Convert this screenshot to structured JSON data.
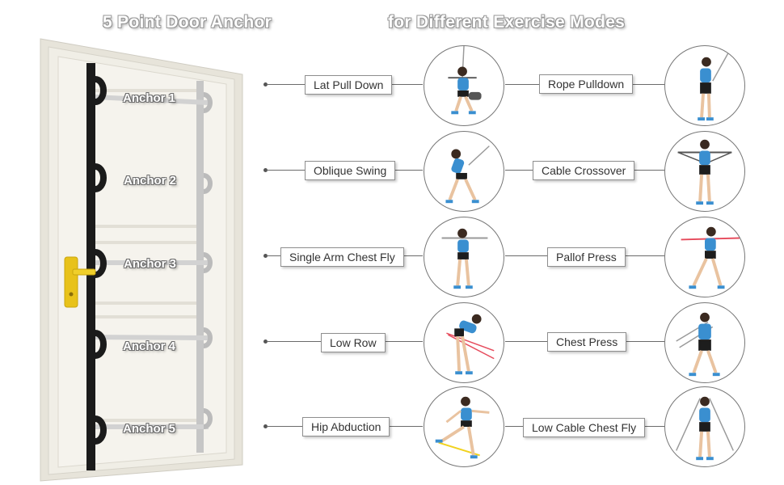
{
  "headings": {
    "left": "5 Point Door Anchor",
    "right": "for Different Exercise Modes"
  },
  "anchors": [
    "Anchor 1",
    "Anchor 2",
    "Anchor 3",
    "Anchor 4",
    "Anchor 5"
  ],
  "rows": [
    {
      "left": {
        "label": "Lat Pull Down",
        "icon": "lat-pull-down-illustration"
      },
      "right": {
        "label": "Rope Pulldown",
        "icon": "rope-pulldown-illustration"
      }
    },
    {
      "left": {
        "label": "Oblique Swing",
        "icon": "oblique-swing-illustration"
      },
      "right": {
        "label": "Cable Crossover",
        "icon": "cable-crossover-illustration"
      }
    },
    {
      "left": {
        "label": "Single Arm Chest Fly",
        "icon": "single-arm-chest-fly-illustration"
      },
      "right": {
        "label": "Pallof Press",
        "icon": "pallof-press-illustration"
      }
    },
    {
      "left": {
        "label": "Low Row",
        "icon": "low-row-illustration"
      },
      "right": {
        "label": "Chest Press",
        "icon": "chest-press-illustration"
      }
    },
    {
      "left": {
        "label": "Hip Abduction",
        "icon": "hip-abduction-illustration"
      },
      "right": {
        "label": "Low Cable Chest Fly",
        "icon": "low-cable-chest-fly-illustration"
      }
    }
  ],
  "colors": {
    "door": "#f3f1ea",
    "strap": "#1b1b1b",
    "handle": "#e8c21a",
    "top": "#3a8fd0",
    "shorts": "#1d1d1d",
    "band_red": "#e64b5c",
    "band_yellow": "#f1d21e",
    "band_gray": "#9a9a9a"
  }
}
